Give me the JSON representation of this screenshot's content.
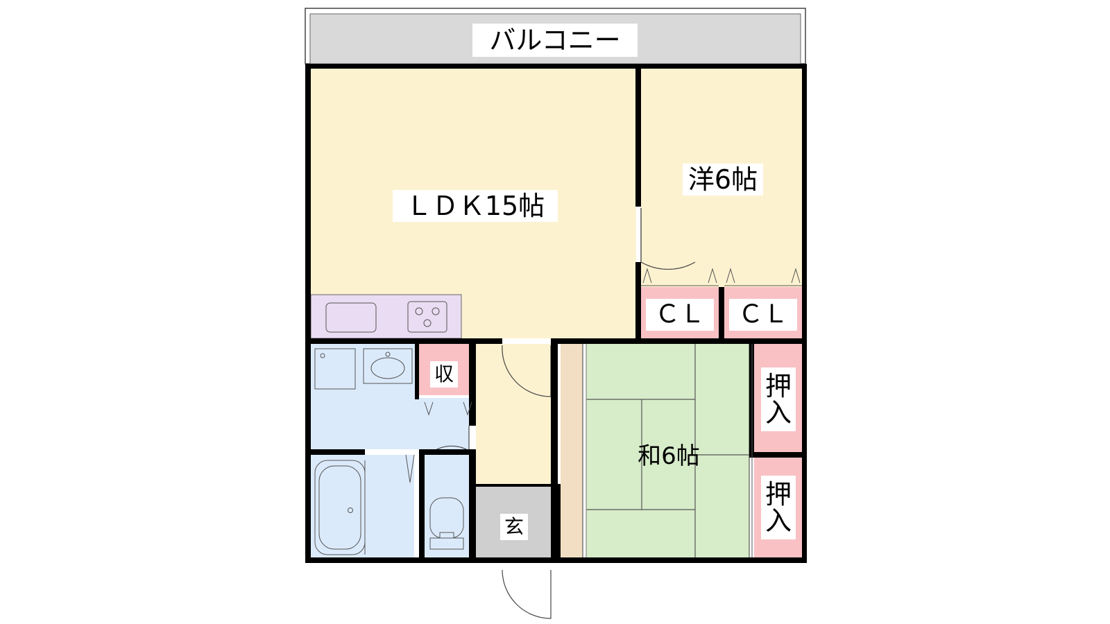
{
  "floorplan": {
    "balcony": "バルコニー",
    "ldk": "ＬＤＫ15帖",
    "western_room": "洋6帖",
    "closet_1": "ＣＬ",
    "closet_2": "ＣＬ",
    "storage": "収",
    "japanese_room": "和6帖",
    "oshiire_1_top": "押",
    "oshiire_1_bottom": "入",
    "oshiire_2_top": "押",
    "oshiire_2_bottom": "入",
    "entrance": "玄"
  },
  "colors": {
    "wall": "#000000",
    "room_floor": "#fdf2d0",
    "balcony": "#d9d9d9",
    "kitchen": "#eadcf2",
    "wet_area": "#dbeafb",
    "closet": "#f9c1c4",
    "tatami": "#d7ecc9",
    "entrance_floor": "#cfcfcf",
    "engawa": "#f2dfc3"
  }
}
